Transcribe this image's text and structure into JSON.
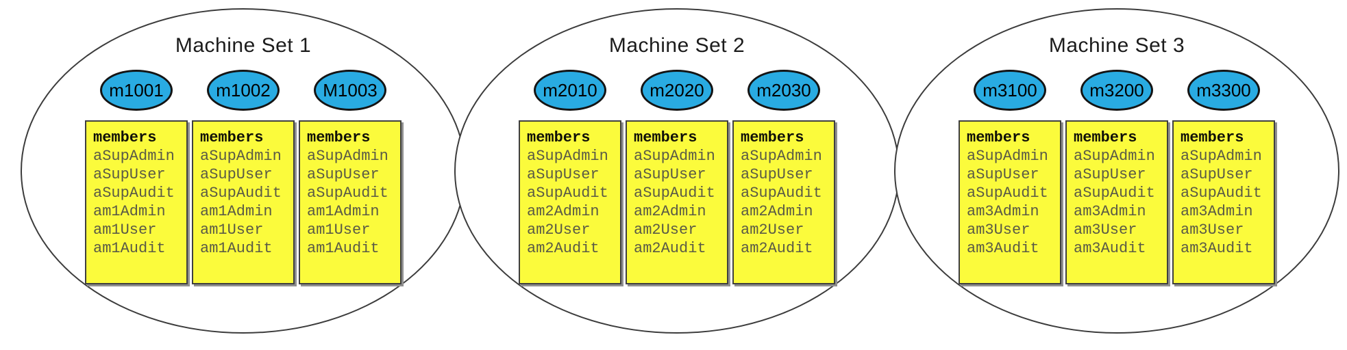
{
  "members_label": "members",
  "colors": {
    "machine_node_fill": "#29abe2",
    "members_box_fill": "#fbfb3c",
    "outline": "#3c3c3c"
  },
  "sets": [
    {
      "title": "Machine Set 1",
      "machines": [
        {
          "name": "m1001",
          "members": [
            "aSupAdmin",
            "aSupUser",
            "aSupAudit",
            "am1Admin",
            "am1User",
            "am1Audit"
          ]
        },
        {
          "name": "m1002",
          "members": [
            "aSupAdmin",
            "aSupUser",
            "aSupAudit",
            "am1Admin",
            "am1User",
            "am1Audit"
          ]
        },
        {
          "name": "M1003",
          "members": [
            "aSupAdmin",
            "aSupUser",
            "aSupAudit",
            "am1Admin",
            "am1User",
            "am1Audit"
          ]
        }
      ]
    },
    {
      "title": "Machine Set 2",
      "machines": [
        {
          "name": "m2010",
          "members": [
            "aSupAdmin",
            "aSupUser",
            "aSupAudit",
            "am2Admin",
            "am2User",
            "am2Audit"
          ]
        },
        {
          "name": "m2020",
          "members": [
            "aSupAdmin",
            "aSupUser",
            "aSupAudit",
            "am2Admin",
            "am2User",
            "am2Audit"
          ]
        },
        {
          "name": "m2030",
          "members": [
            "aSupAdmin",
            "aSupUser",
            "aSupAudit",
            "am2Admin",
            "am2User",
            "am2Audit"
          ]
        }
      ]
    },
    {
      "title": "Machine Set 3",
      "machines": [
        {
          "name": "m3100",
          "members": [
            "aSupAdmin",
            "aSupUser",
            "aSupAudit",
            "am3Admin",
            "am3User",
            "am3Audit"
          ]
        },
        {
          "name": "m3200",
          "members": [
            "aSupAdmin",
            "aSupUser",
            "aSupAudit",
            "am3Admin",
            "am3User",
            "am3Audit"
          ]
        },
        {
          "name": "m3300",
          "members": [
            "aSupAdmin",
            "aSupUser",
            "aSupAudit",
            "am3Admin",
            "am3User",
            "am3Audit"
          ]
        }
      ]
    }
  ]
}
